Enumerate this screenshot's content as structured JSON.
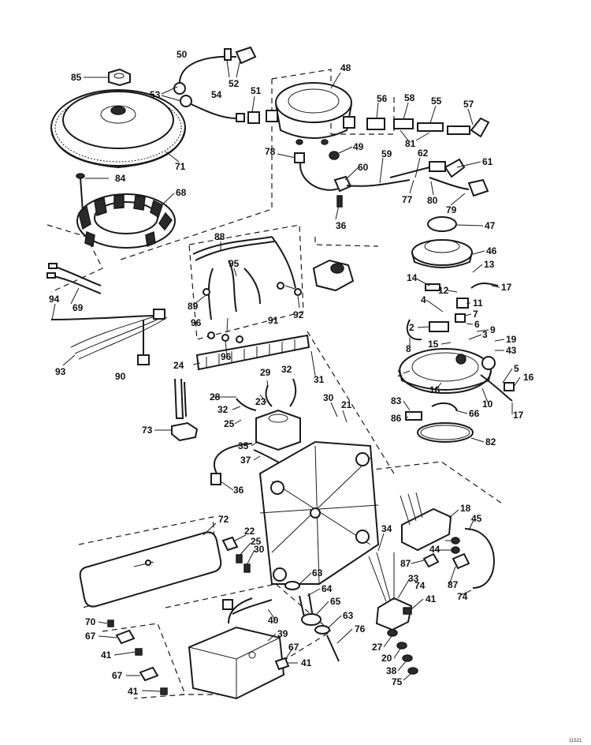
{
  "colors": {
    "ink": "#1a1a1a",
    "paper": "#ffffff"
  },
  "corner_code": "11521",
  "part_callouts": [
    "85",
    "50",
    "53",
    "52",
    "54",
    "51",
    "48",
    "71",
    "84",
    "68",
    "69",
    "94",
    "93",
    "90",
    "88",
    "95",
    "89",
    "96",
    "96",
    "91",
    "92",
    "24",
    "29",
    "32",
    "31",
    "28",
    "23",
    "73",
    "32",
    "25",
    "35",
    "37",
    "30",
    "21",
    "36",
    "72",
    "22",
    "25",
    "30",
    "70",
    "67",
    "41",
    "67",
    "41",
    "63",
    "64",
    "65",
    "63",
    "76",
    "40",
    "39",
    "67",
    "41",
    "34",
    "33",
    "41",
    "27",
    "20",
    "38",
    "75",
    "18",
    "45",
    "44",
    "87",
    "74",
    "87",
    "74",
    "56",
    "58",
    "55",
    "57",
    "81",
    "78",
    "49",
    "60",
    "59",
    "62",
    "61",
    "77",
    "80",
    "79",
    "36",
    "47",
    "46",
    "13",
    "14",
    "17",
    "12",
    "11",
    "4",
    "7",
    "2",
    "6",
    "9",
    "3",
    "8",
    "15",
    "19",
    "43",
    "1",
    "5",
    "16",
    "16",
    "10",
    "17",
    "83",
    "66",
    "86",
    "82"
  ]
}
